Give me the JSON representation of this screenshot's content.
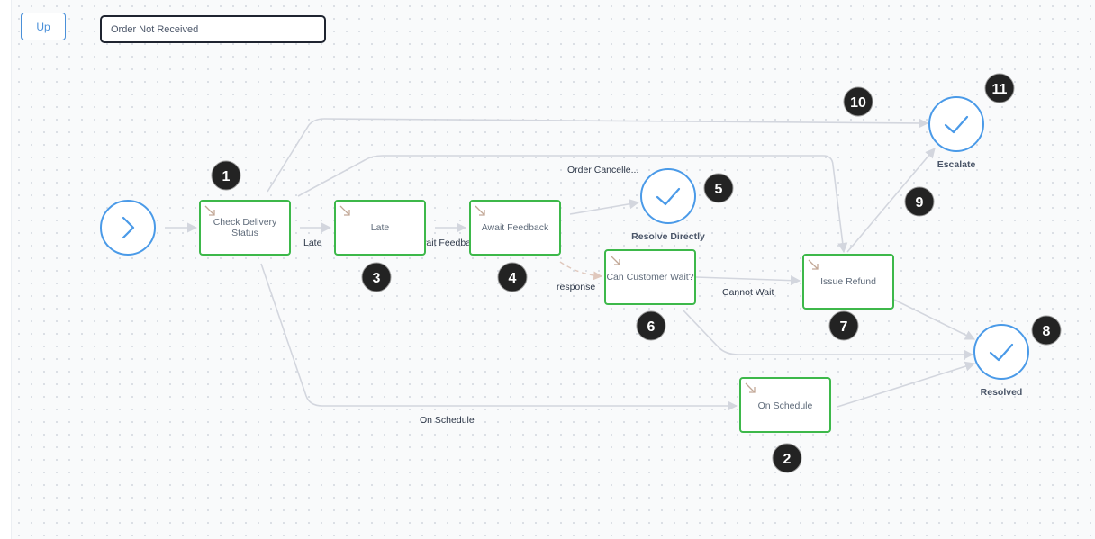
{
  "toolbar": {
    "up_label": "Up",
    "flow_name": "Order Not Received"
  },
  "diagram": {
    "tasks": [
      {
        "id": "check",
        "label": [
          "Check Delivery",
          "Status"
        ]
      },
      {
        "id": "late",
        "label": [
          "Late"
        ]
      },
      {
        "id": "await",
        "label": [
          "Await Feedback"
        ]
      },
      {
        "id": "wait",
        "label": [
          "Can Customer Wait?"
        ]
      },
      {
        "id": "refund",
        "label": [
          "Issue Refund"
        ]
      },
      {
        "id": "schedule",
        "label": [
          "On Schedule"
        ]
      }
    ],
    "end_nodes": [
      {
        "id": "resolve",
        "label": "Resolve Directly"
      },
      {
        "id": "escalate",
        "label": "Escalate"
      },
      {
        "id": "resolved",
        "label": "Resolved"
      }
    ],
    "edge_labels": {
      "late": "Late",
      "await": "Await Feedback",
      "cancelled": "Order Cancelle...",
      "response": "response",
      "cannot_wait": "Cannot Wait",
      "on_schedule": "On Schedule"
    },
    "badges": [
      "1",
      "2",
      "3",
      "4",
      "5",
      "6",
      "7",
      "8",
      "9",
      "10",
      "11"
    ]
  },
  "colors": {
    "task_border": "#3db84a",
    "node_accent": "#4a9ae8",
    "edge": "#d3d6de"
  },
  "icons": {
    "start": "chevron-right-icon",
    "end": "checkmark-icon",
    "task": "diagonal-arrow-icon"
  }
}
